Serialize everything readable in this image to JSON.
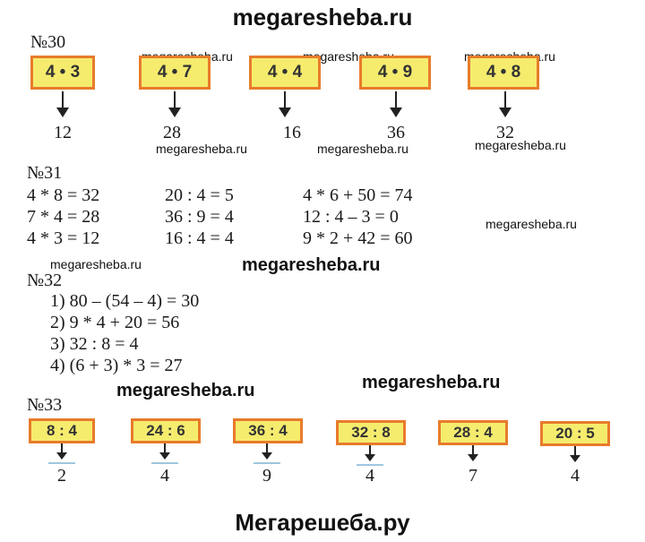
{
  "header": {
    "title": "megaresheba.ru"
  },
  "footer": {
    "title": "Мегарешеба.ру"
  },
  "watermarks": {
    "w1": "megaresheba.ru",
    "w2": "megaresheba.ru",
    "w3": "megaresheba.ru",
    "w4": "megaresheba.ru",
    "w5": "megaresheba.ru",
    "w6": "megaresheba.ru",
    "w7": "megaresheba.ru",
    "w8": "megaresheba.ru",
    "b1": "megaresheba.ru",
    "b2": "megaresheba.ru",
    "b3": "megaresheba.ru"
  },
  "task30": {
    "label": "№30",
    "items": [
      {
        "expr": "4 • 3",
        "answer": "12"
      },
      {
        "expr": "4 • 7",
        "answer": "28"
      },
      {
        "expr": "4 • 4",
        "answer": "16"
      },
      {
        "expr": "4 • 9",
        "answer": "36"
      },
      {
        "expr": "4 • 8",
        "answer": "32"
      }
    ]
  },
  "task31": {
    "label": "№31",
    "col1": [
      "4 * 8 = 32",
      "7 * 4 = 28",
      "4 * 3 = 12"
    ],
    "col2": [
      "20 : 4 = 5",
      "36 : 9 = 4",
      "16 : 4 = 4"
    ],
    "col3": [
      "4 * 6 + 50 = 74",
      "12 : 4 – 3 = 0",
      "9 * 2 + 42 = 60"
    ]
  },
  "task32": {
    "label": "№32",
    "lines": [
      "1)  80 – (54 – 4) = 30",
      "2)  9 * 4 + 20 = 56",
      "3)  32 : 8 = 4",
      "4)  (6 + 3) * 3 = 27"
    ]
  },
  "task33": {
    "label": "№33",
    "items": [
      {
        "expr": "8 : 4",
        "answer": "2"
      },
      {
        "expr": "24 : 6",
        "answer": "4"
      },
      {
        "expr": "36 : 4",
        "answer": "9"
      },
      {
        "expr": "32 : 8",
        "answer": "4"
      },
      {
        "expr": "28 : 4",
        "answer": "7"
      },
      {
        "expr": "20 : 5",
        "answer": "4"
      }
    ]
  },
  "colors": {
    "box_fill": "#f5ec6e",
    "box_border": "#e87b2c",
    "tick": "#9ec7df"
  }
}
